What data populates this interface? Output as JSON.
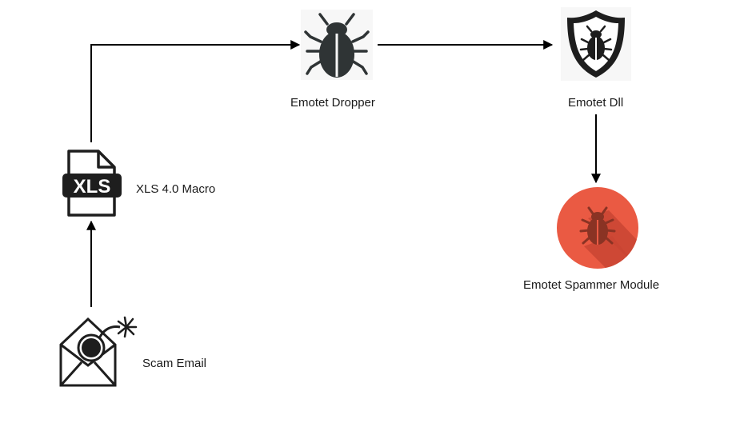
{
  "nodes": {
    "scam_email": {
      "label": "Scam Email",
      "icon": "email-bomb-icon"
    },
    "xls_macro": {
      "label": "XLS 4.0 Macro",
      "icon": "xls-file-icon",
      "icon_text": "XLS"
    },
    "dropper": {
      "label": "Emotet Dropper",
      "icon": "bug-icon"
    },
    "dll": {
      "label": "Emotet Dll",
      "icon": "shield-bug-icon"
    },
    "spammer": {
      "label": "Emotet Spammer Module",
      "icon": "bug-circle-icon"
    }
  },
  "edges": [
    {
      "from": "Scam Email",
      "to": "XLS 4.0 Macro"
    },
    {
      "from": "XLS 4.0 Macro",
      "to": "Emotet Dropper"
    },
    {
      "from": "Emotet Dropper",
      "to": "Emotet Dll"
    },
    {
      "from": "Emotet Dll",
      "to": "Emotet Spammer Module"
    }
  ],
  "colors": {
    "line": "#000000",
    "icon_dark": "#1e1e1e",
    "bug_body": "#2f3435",
    "spammer_circle": "#ea5a43",
    "spammer_shadow": "#c94532"
  }
}
